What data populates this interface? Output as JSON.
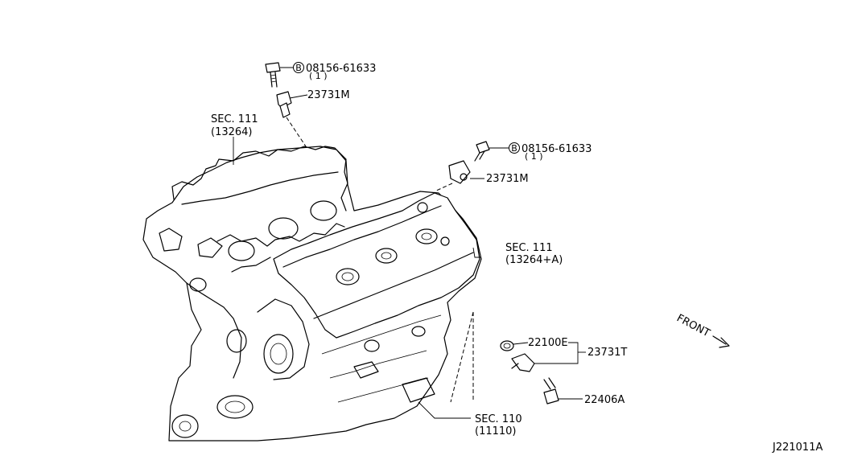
{
  "callouts": {
    "bolt_top_code": "08156-61633",
    "bolt_top_qty": "( 1 )",
    "sensor_top": "23731M",
    "bolt_mid_code": "08156-61633",
    "bolt_mid_qty": "( 1 )",
    "sensor_mid": "23731M",
    "sec111_left_title": "SEC. 111",
    "sec111_left_ref": "(13264)",
    "sec111_right_title": "SEC. 111",
    "sec111_right_ref": "(13264+A)",
    "oring": "22100E",
    "sensor_assembly": "23731T",
    "bolt_lower": "22406A",
    "sec110_title": "SEC. 110",
    "sec110_ref": "(11110)",
    "bolt_marker": "B"
  },
  "front_arrow": {
    "label": "FRONT"
  },
  "diagram_id": "J221011A"
}
